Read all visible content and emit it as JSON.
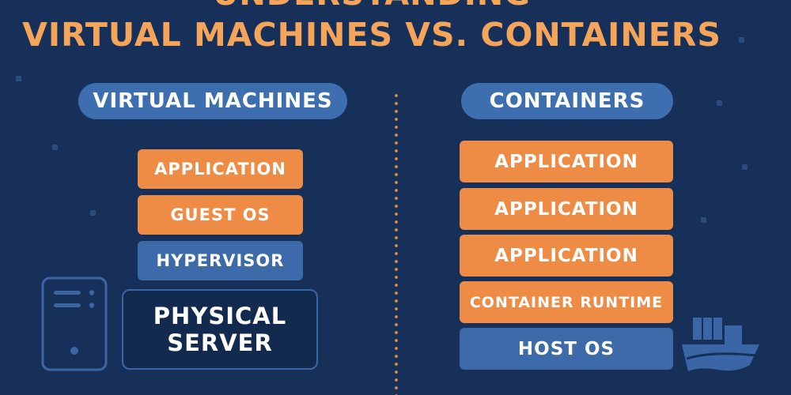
{
  "title": {
    "line1": "UNDERSTANDING",
    "line2": "VIRTUAL MACHINES VS. CONTAINERS"
  },
  "vm": {
    "heading": "VIRTUAL MACHINES",
    "layers": [
      "APPLICATION",
      "GUEST OS",
      "HYPERVISOR"
    ],
    "physical_server": [
      "PHYSICAL",
      "SERVER"
    ]
  },
  "containers": {
    "heading": "CONTAINERS",
    "layers": [
      "APPLICATION",
      "APPLICATION",
      "APPLICATION",
      "CONTAINER RUNTIME",
      "HOST OS"
    ]
  },
  "colors": {
    "background": "#17305a",
    "accent_orange": "#ee8b45",
    "title_orange": "#f5a55a",
    "layer_blue": "#3d6aa8"
  },
  "icons": {
    "left": "server-tower-icon",
    "right": "container-ship-icon"
  }
}
